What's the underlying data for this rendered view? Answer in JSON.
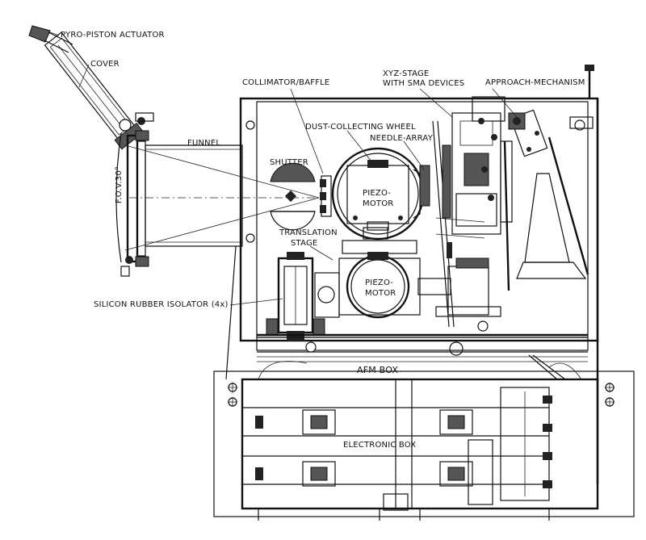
{
  "labels": {
    "pyro_piston": "PYRO-PISTON ACTUATOR",
    "cover": "COVER",
    "collimator": "COLLIMATOR/BAFFLE",
    "xyz_stage_line1": "XYZ-STAGE",
    "xyz_stage_line2": "WITH SMA DEVICES",
    "approach": "APPROACH-MECHANISM",
    "dust_wheel": "DUST-COLLECTING WHEEL",
    "needle_array": "NEEDLE-ARRAY",
    "funnel": "FUNNEL",
    "shutter": "SHUTTER",
    "piezo_upper_line1": "PIEZO-",
    "piezo_upper_line2": "MOTOR",
    "fov": "F.O.V.30°",
    "translation_line1": "TRANSLATION",
    "translation_line2": "STAGE",
    "piezo_lower_line1": "PIEZO-",
    "piezo_lower_line2": "MOTOR",
    "silicon_isolator": "SILICON RUBBER ISOLATOR (4x)",
    "afm_box": "AFM BOX",
    "electronic_box": "ELECTRONIC BOX"
  },
  "colors": {
    "ink": "#111111",
    "background": "#ffffff"
  }
}
